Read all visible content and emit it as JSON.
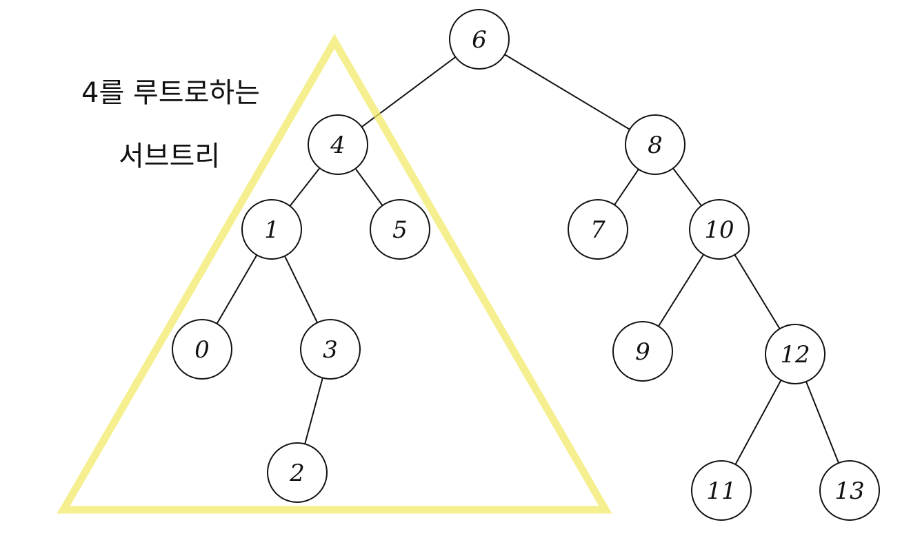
{
  "annotation": {
    "line1": "4를 루트로하는",
    "line2": "서브트리"
  },
  "colors": {
    "highlight": "#f2e96a",
    "stroke": "#111111"
  },
  "tree": {
    "nodes": [
      {
        "id": "n6",
        "label": "6"
      },
      {
        "id": "n4",
        "label": "4"
      },
      {
        "id": "n8",
        "label": "8"
      },
      {
        "id": "n1",
        "label": "1"
      },
      {
        "id": "n5",
        "label": "5"
      },
      {
        "id": "n7",
        "label": "7"
      },
      {
        "id": "n10",
        "label": "10"
      },
      {
        "id": "n0",
        "label": "0"
      },
      {
        "id": "n3",
        "label": "3"
      },
      {
        "id": "n9",
        "label": "9"
      },
      {
        "id": "n12",
        "label": "12"
      },
      {
        "id": "n2",
        "label": "2"
      },
      {
        "id": "n11",
        "label": "11"
      },
      {
        "id": "n13",
        "label": "13"
      }
    ],
    "edges": [
      [
        "n6",
        "n4"
      ],
      [
        "n6",
        "n8"
      ],
      [
        "n4",
        "n1"
      ],
      [
        "n4",
        "n5"
      ],
      [
        "n8",
        "n7"
      ],
      [
        "n8",
        "n10"
      ],
      [
        "n1",
        "n0"
      ],
      [
        "n1",
        "n3"
      ],
      [
        "n3",
        "n2"
      ],
      [
        "n10",
        "n9"
      ],
      [
        "n10",
        "n12"
      ],
      [
        "n12",
        "n11"
      ],
      [
        "n12",
        "n13"
      ]
    ],
    "highlighted_subtree_root": "n4"
  }
}
